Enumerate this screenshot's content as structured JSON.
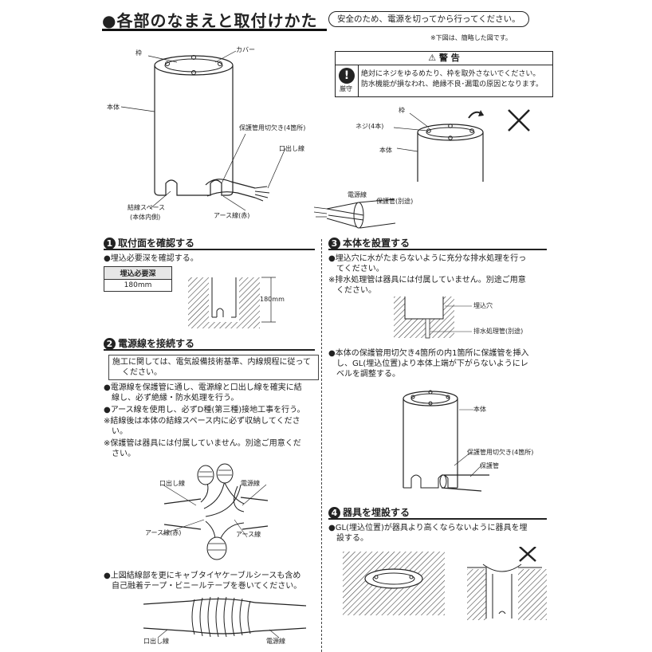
{
  "header": {
    "title": "●各部のなまえと取付けかた",
    "notice": "安全のため、電源を切ってから行ってください。",
    "figure_note": "※下図は、簡略した図です。"
  },
  "parts": {
    "waku": "枠",
    "cover": "カバー",
    "body": "本体",
    "notch": "保護管用切欠き(4箇所)",
    "lead": "口出し線",
    "space": "結線スペース",
    "space_sub": "(本体内側)",
    "earth": "アース線(赤)",
    "power": "電源線",
    "pipe_sep": "保護管(別途)"
  },
  "warning": {
    "head": "⚠ 警 告",
    "line1": "絶対にネジをゆるめたり、枠を取外さないでください。",
    "line2": "防水機能が損なわれ、絶縁不良･漏電の原因となります。",
    "badge": "厳守",
    "waku": "枠",
    "screw": "ネジ(4本)",
    "body": "本体"
  },
  "s1": {
    "num": "1",
    "title": "取付面を確認する",
    "text": "●埋込必要深を確認する。",
    "th": "埋込必要深",
    "td": "180mm",
    "dim": "180mm"
  },
  "s2": {
    "num": "2",
    "title": "電源線を接続する",
    "box1": "施工に関しては、電気設備技術基準、内線規程に従って",
    "box2": "ください。",
    "p1a": "●電源線を保護管に通し、電源線と口出し線を確実に結",
    "p1b": "線し、必ず絶縁・防水処理を行う。",
    "p2": "●アース線を使用し、必ずD種(第三種)接地工事を行う。",
    "p3a": "※結線後は本体の結線スペース内に必ず収納してくださ",
    "p3b": "い。",
    "p4a": "※保護管は器具には付属していません。別途ご用意くだ",
    "p4b": "さい。",
    "lead": "口出し線",
    "power": "電源線",
    "earth_red": "アース線(赤)",
    "earth": "アース線",
    "p5a": "●上図結線部を更にキャブタイヤケーブルシースも含め",
    "p5b": "自己融着テープ・ビニールテープを巻いてください。",
    "lead2": "口出し線",
    "power2": "電源線"
  },
  "s3": {
    "num": "3",
    "title": "本体を設置する",
    "p1a": "●埋込穴に水がたまらないように充分な排水処理を行っ",
    "p1b": "てください。",
    "p2a": "※排水処理管は器具には付属していません。別途ご用意",
    "p2b": "ください。",
    "hole": "埋込穴",
    "drain": "排水処理管(別途)",
    "p3a": "●本体の保護管用切欠き4箇所の内1箇所に保護管を挿入",
    "p3b": "し、GL(埋込位置)より本体上端が下がらないようにレ",
    "p3c": "ベルを調整する。",
    "body": "本体",
    "notch": "保護管用切欠き(4箇所)",
    "pipe": "保護管"
  },
  "s4": {
    "num": "4",
    "title": "器具を埋設する",
    "p1a": "●GL(埋込位置)が器具より高くならないように器具を埋",
    "p1b": "設する。"
  },
  "marks": {
    "cross": "×"
  }
}
